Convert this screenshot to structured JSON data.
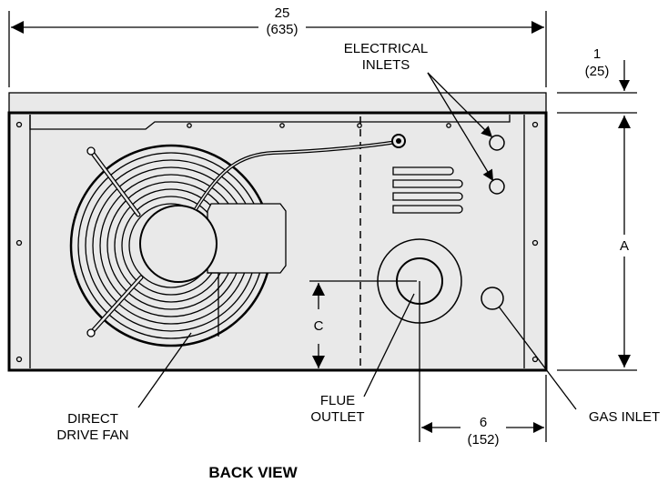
{
  "dimensions": {
    "width_in": "25",
    "width_mm": "(635)",
    "top_in": "1",
    "top_mm": "(25)",
    "height_label": "A",
    "flue_height_label": "C",
    "offset_in": "6",
    "offset_mm": "(152)"
  },
  "callouts": {
    "electrical_line1": "ELECTRICAL",
    "electrical_line2": "INLETS",
    "fan_line1": "DIRECT",
    "fan_line2": "DRIVE FAN",
    "flue_line1": "FLUE",
    "flue_line2": "OUTLET",
    "gas": "GAS INLET"
  },
  "title": "BACK VIEW"
}
